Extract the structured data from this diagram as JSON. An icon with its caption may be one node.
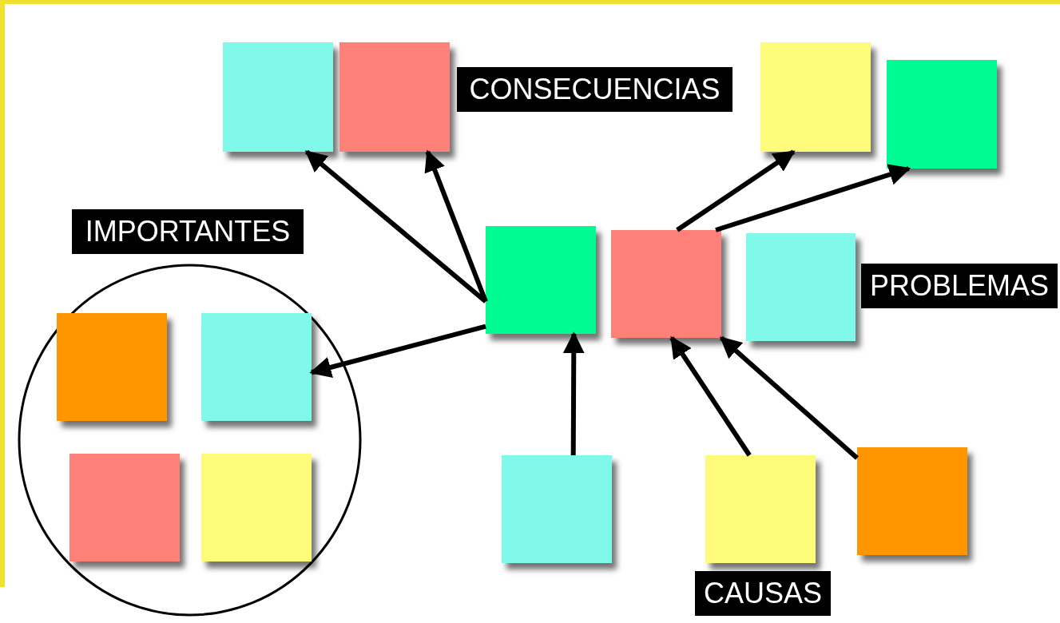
{
  "diagram": {
    "nodes": [
      {
        "text": [],
        "shape": "box"
      },
      {
        "text": [],
        "shape": "box"
      },
      {
        "text": [],
        "shape": "box"
      },
      {
        "text": [],
        "shape": "box"
      },
      {
        "text": [
          "CONSECUENCIAS"
        ]
      },
      {
        "text": [
          "IMPORTANTES"
        ]
      },
      {
        "text": [],
        "shape": "circle"
      },
      {
        "text": [],
        "shape": "box",
        "in": 6
      },
      {
        "text": [],
        "shape": "box",
        "in": 6
      },
      {
        "text": [],
        "shape": "box",
        "in": 6
      },
      {
        "text": [],
        "shape": "box",
        "in": 6
      },
      {
        "text": [],
        "shape": "box"
      },
      {
        "text": [],
        "shape": "box"
      },
      {
        "text": [],
        "shape": "box"
      },
      {
        "text": [
          "PROBLEMAS"
        ]
      },
      {
        "text": [],
        "shape": "box"
      },
      {
        "text": [],
        "shape": "box"
      },
      {
        "text": [],
        "shape": "box"
      },
      {
        "text": [
          "CAUSAS"
        ]
      }
    ],
    "edges": [
      {
        "from": 11,
        "to": 0,
        "arrow": "to"
      },
      {
        "from": 11,
        "to": 1,
        "arrow": "to"
      },
      {
        "from": 11,
        "to": 8,
        "arrow": "to"
      },
      {
        "from": 12,
        "to": 2,
        "arrow": "to"
      },
      {
        "from": 12,
        "to": 3,
        "arrow": "to"
      },
      {
        "from": 15,
        "to": 11,
        "arrow": "to"
      },
      {
        "from": 16,
        "to": 12,
        "arrow": "to"
      },
      {
        "from": 17,
        "to": 12,
        "arrow": "to"
      }
    ]
  }
}
